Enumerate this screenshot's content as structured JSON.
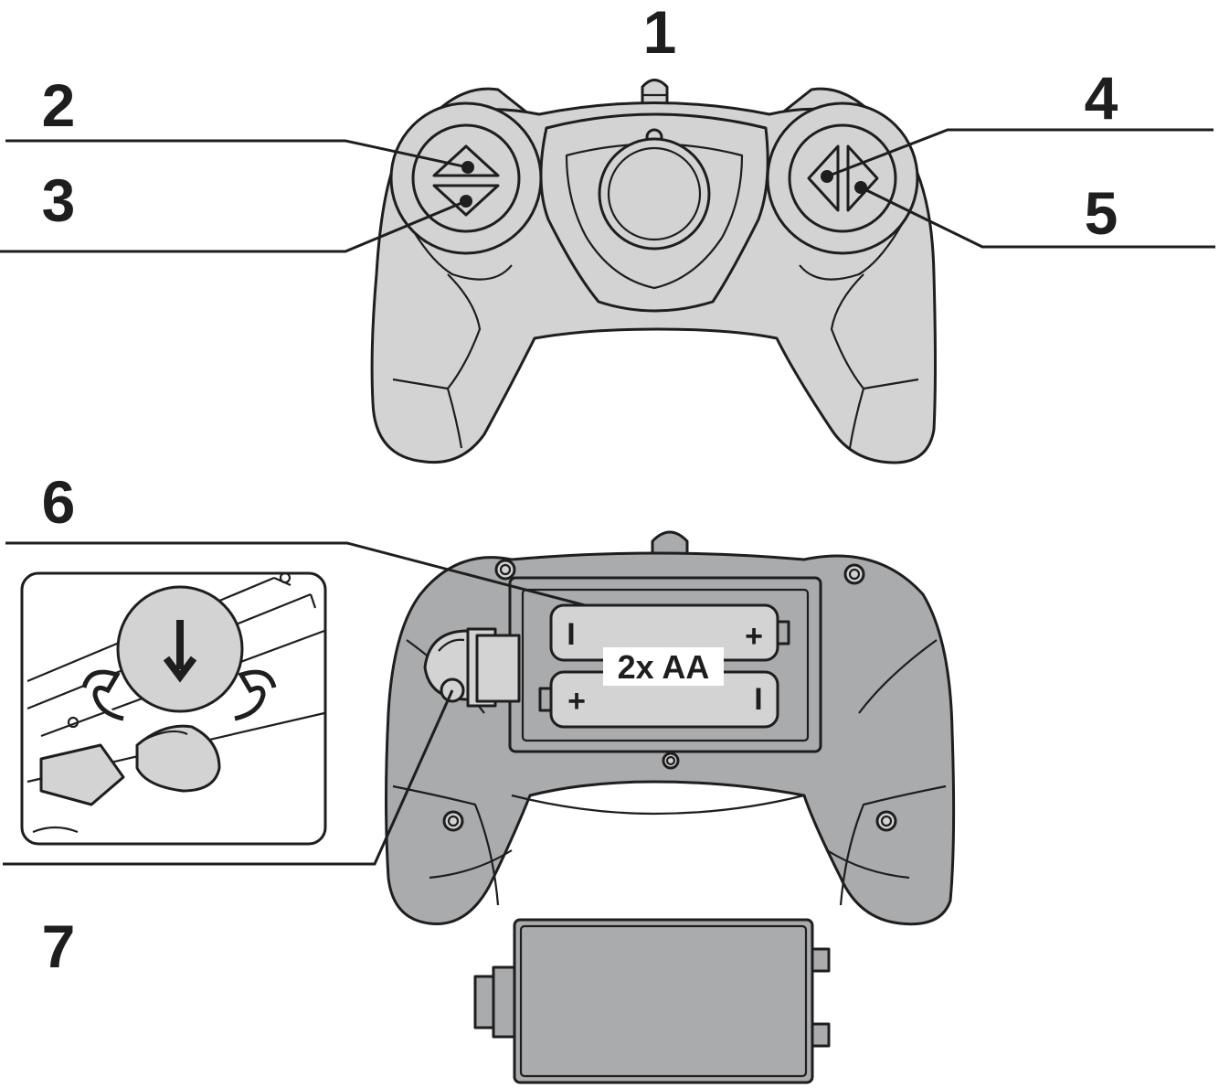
{
  "callouts": {
    "c1": "1",
    "c2": "2",
    "c3": "3",
    "c4": "4",
    "c5": "5",
    "c6": "6",
    "c7": "7"
  },
  "battery": {
    "label": "2x AA",
    "top_left": "I",
    "top_right": "+",
    "bottom_left": "+",
    "bottom_right": "I"
  },
  "colors": {
    "controller_body": "#d3d3d3",
    "controller_back": "#a9abad",
    "outline": "#1e1e1e"
  }
}
